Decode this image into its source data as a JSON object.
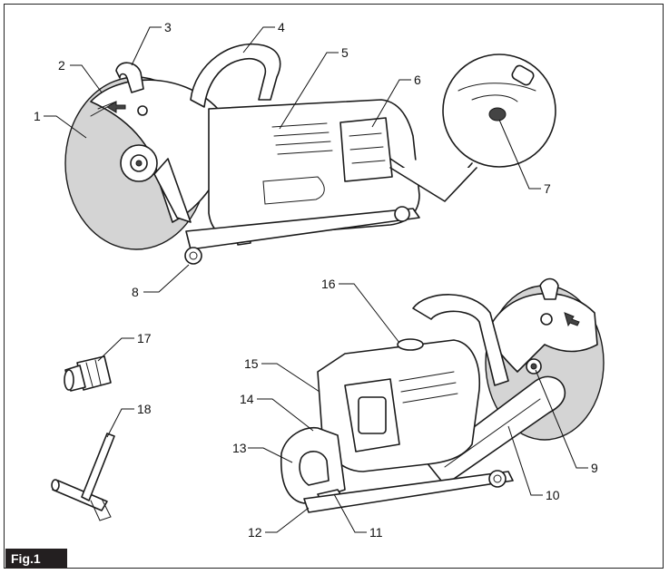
{
  "figure": {
    "label": "Fig.1"
  },
  "callouts": [
    "1",
    "2",
    "3",
    "4",
    "5",
    "6",
    "7",
    "8",
    "9",
    "10",
    "11",
    "12",
    "13",
    "14",
    "15",
    "16",
    "17",
    "18"
  ]
}
